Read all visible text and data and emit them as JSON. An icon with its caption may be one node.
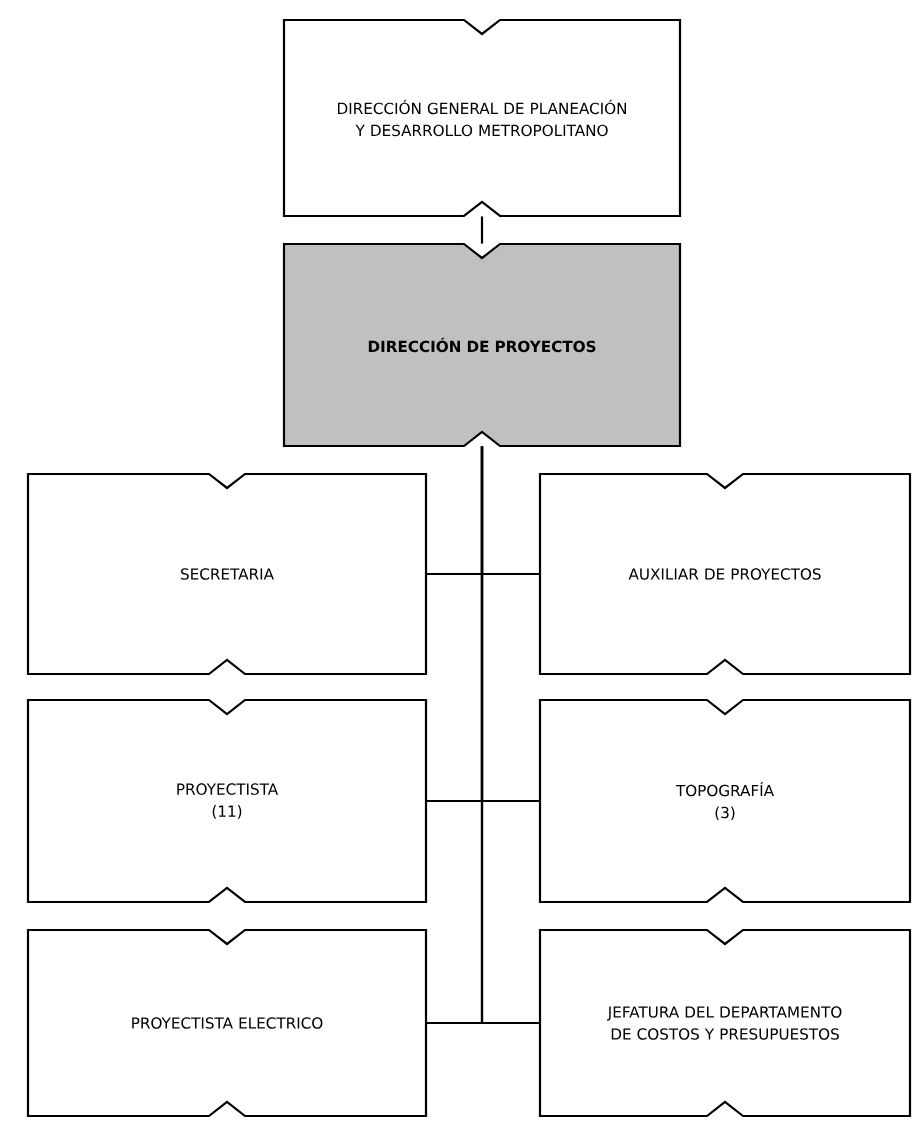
{
  "diagram": {
    "nodes": [
      {
        "text": [
          "DIRECCIÓN GENERAL DE PLANEACIÓN Y DESARROLLO METROPOLITANO"
        ]
      },
      {
        "text": [
          "DIRECCIÓN DE PROYECTOS"
        ]
      },
      {
        "text": [
          "SECRETARIA"
        ]
      },
      {
        "text": [
          "AUXILIAR DE PROYECTOS"
        ]
      },
      {
        "text": [
          "PROYECTISTA",
          "(11)"
        ]
      },
      {
        "text": [
          "TOPOGRAFÍA",
          "(3)"
        ]
      },
      {
        "text": [
          "PROYECTISTA ELECTRICO"
        ]
      },
      {
        "text": [
          "JEFATURA DEL DEPARTAMENTO DE COSTOS Y PRESUPUESTOS"
        ]
      }
    ],
    "edges": [
      {
        "from": 0,
        "to": 1,
        "arrow": "none"
      },
      {
        "from": 1,
        "to": 2,
        "arrow": "none"
      },
      {
        "from": 1,
        "to": 3,
        "arrow": "none"
      },
      {
        "from": 1,
        "to": 4,
        "arrow": "none"
      },
      {
        "from": 1,
        "to": 5,
        "arrow": "none"
      },
      {
        "from": 1,
        "to": 6,
        "arrow": "none"
      },
      {
        "from": 1,
        "to": 7,
        "arrow": "none"
      }
    ]
  }
}
